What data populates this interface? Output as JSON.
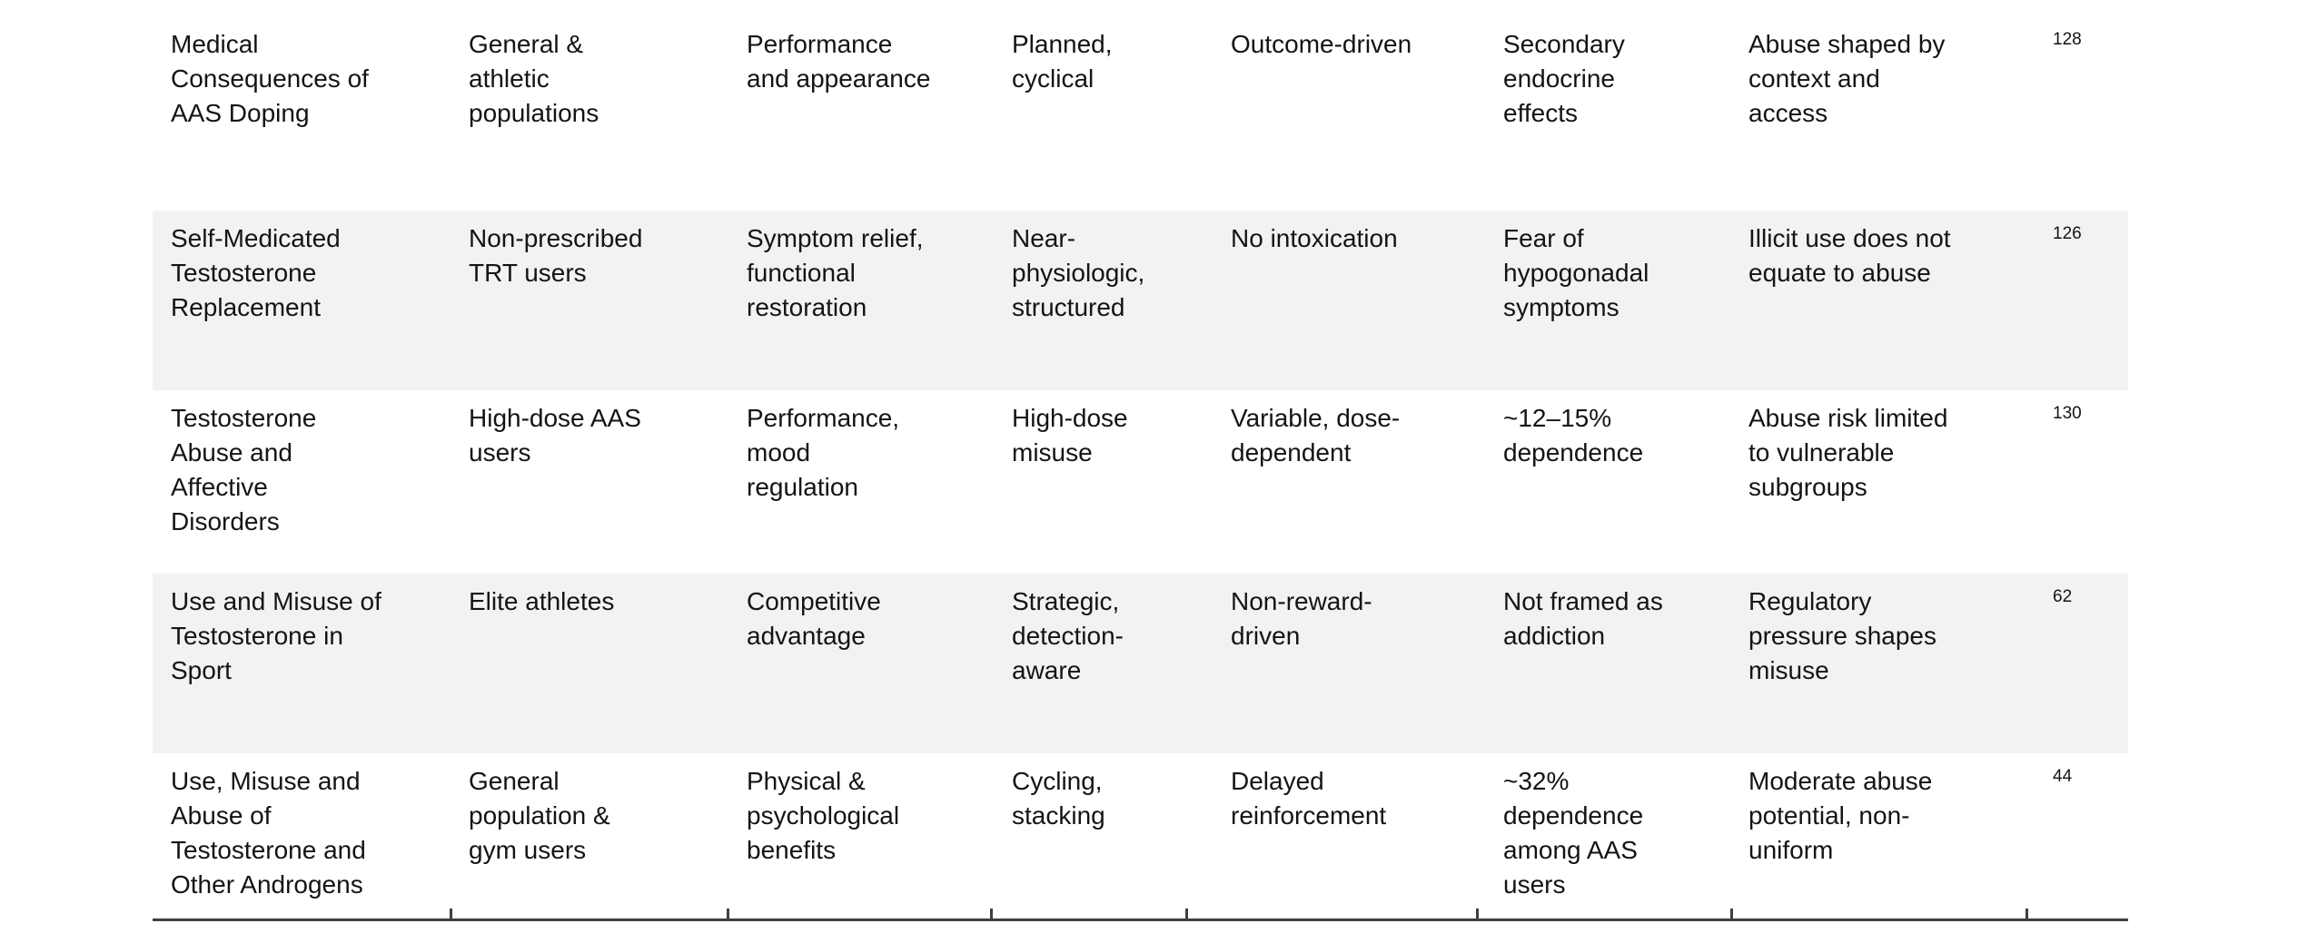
{
  "colors": {
    "row_shade": "#f2f2f2",
    "border_line": "#3f3f3f",
    "text": "#141414"
  },
  "table": {
    "rows": [
      {
        "cells": [
          "Medical\nConsequences of\nAAS Doping",
          "General &\nathletic\npopulations",
          "Performance\nand appearance",
          "Planned,\ncyclical",
          "Outcome-driven",
          "Secondary\nendocrine\neffects",
          "Abuse shaped by\ncontext and\naccess"
        ],
        "ref": "128"
      },
      {
        "cells": [
          "Self-Medicated\nTestosterone\nReplacement",
          "Non-prescribed\nTRT users",
          "Symptom relief,\nfunctional\nrestoration",
          "Near-\nphysiologic,\nstructured",
          "No intoxication",
          "Fear of\nhypogonadal\nsymptoms",
          "Illicit use does not\nequate to abuse"
        ],
        "ref": "126"
      },
      {
        "cells": [
          "Testosterone\nAbuse and\nAffective\nDisorders",
          "High-dose AAS\nusers",
          "Performance,\nmood\nregulation",
          "High-dose\nmisuse",
          "Variable, dose-\ndependent",
          "~12–15%\ndependence",
          "Abuse risk limited\nto vulnerable\nsubgroups"
        ],
        "ref": "130"
      },
      {
        "cells": [
          "Use and Misuse of\nTestosterone in\nSport",
          "Elite athletes",
          "Competitive\nadvantage",
          "Strategic,\ndetection-\naware",
          "Non-reward-\ndriven",
          "Not framed as\naddiction",
          "Regulatory\npressure shapes\nmisuse"
        ],
        "ref": "62"
      },
      {
        "cells": [
          "Use, Misuse and\nAbuse of\nTestosterone and\nOther Androgens",
          "General\npopulation &\ngym users",
          "Physical &\npsychological\nbenefits",
          "Cycling,\nstacking",
          "Delayed\nreinforcement",
          "~32%\ndependence\namong AAS\nusers",
          "Moderate abuse\npotential, non-\nuniform"
        ],
        "ref": "44"
      }
    ]
  }
}
